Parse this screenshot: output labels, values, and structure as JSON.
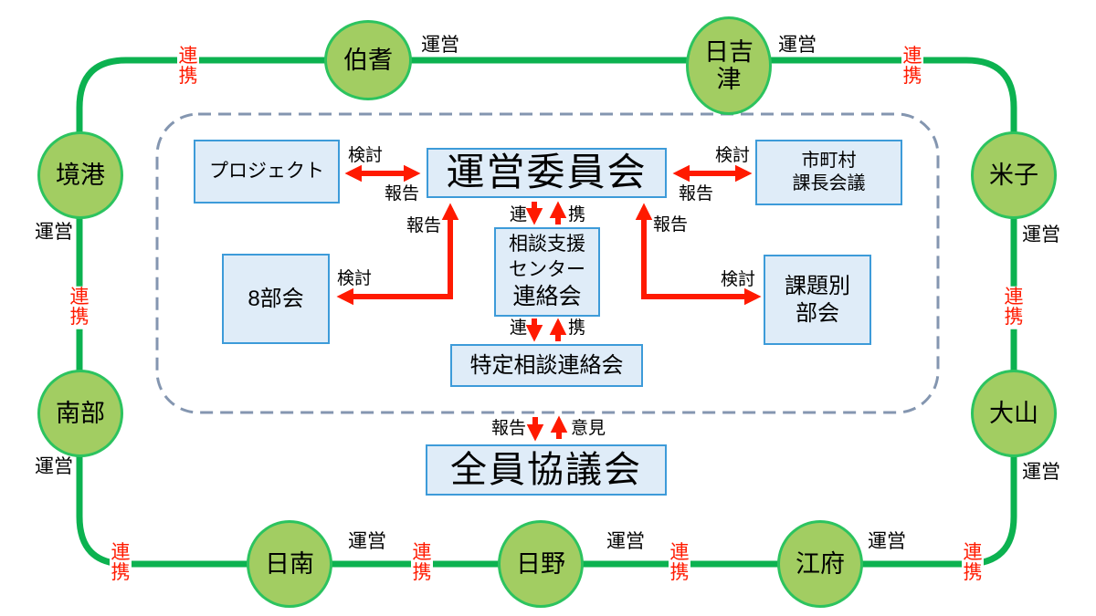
{
  "diagram": {
    "towns": [
      "伯耆",
      "日吉津",
      "境港",
      "米子",
      "南部",
      "大山",
      "日南",
      "日野",
      "江府"
    ],
    "ring_labels": {
      "operate": "運営",
      "cooperate": "連携"
    },
    "boxes": {
      "project": "プロジェクト",
      "steering": "運営委員会",
      "mayors_l1": "市町村",
      "mayors_l2": "課長会議",
      "eight": "8部会",
      "soudan_l1": "相談支援",
      "soudan_l2": "センター",
      "soudan_l3": "連絡会",
      "kadai_l1": "課題別",
      "kadai_l2": "部会",
      "tokutei": "特定相談連絡会",
      "council": "全員協議会"
    },
    "arrow_labels": {
      "kento": "検討",
      "houkoku": "報告",
      "ren": "連",
      "kei": "携",
      "iken": "意見"
    },
    "colors": {
      "line_green": "#0CB250",
      "circle_fill": "#A2CD62",
      "circle_border": "#2CC35F",
      "box_fill": "#DFECF8",
      "box_border": "#3D9BD9",
      "dashed_border": "#8496B0",
      "arrow_red": "#FF1A00"
    }
  }
}
